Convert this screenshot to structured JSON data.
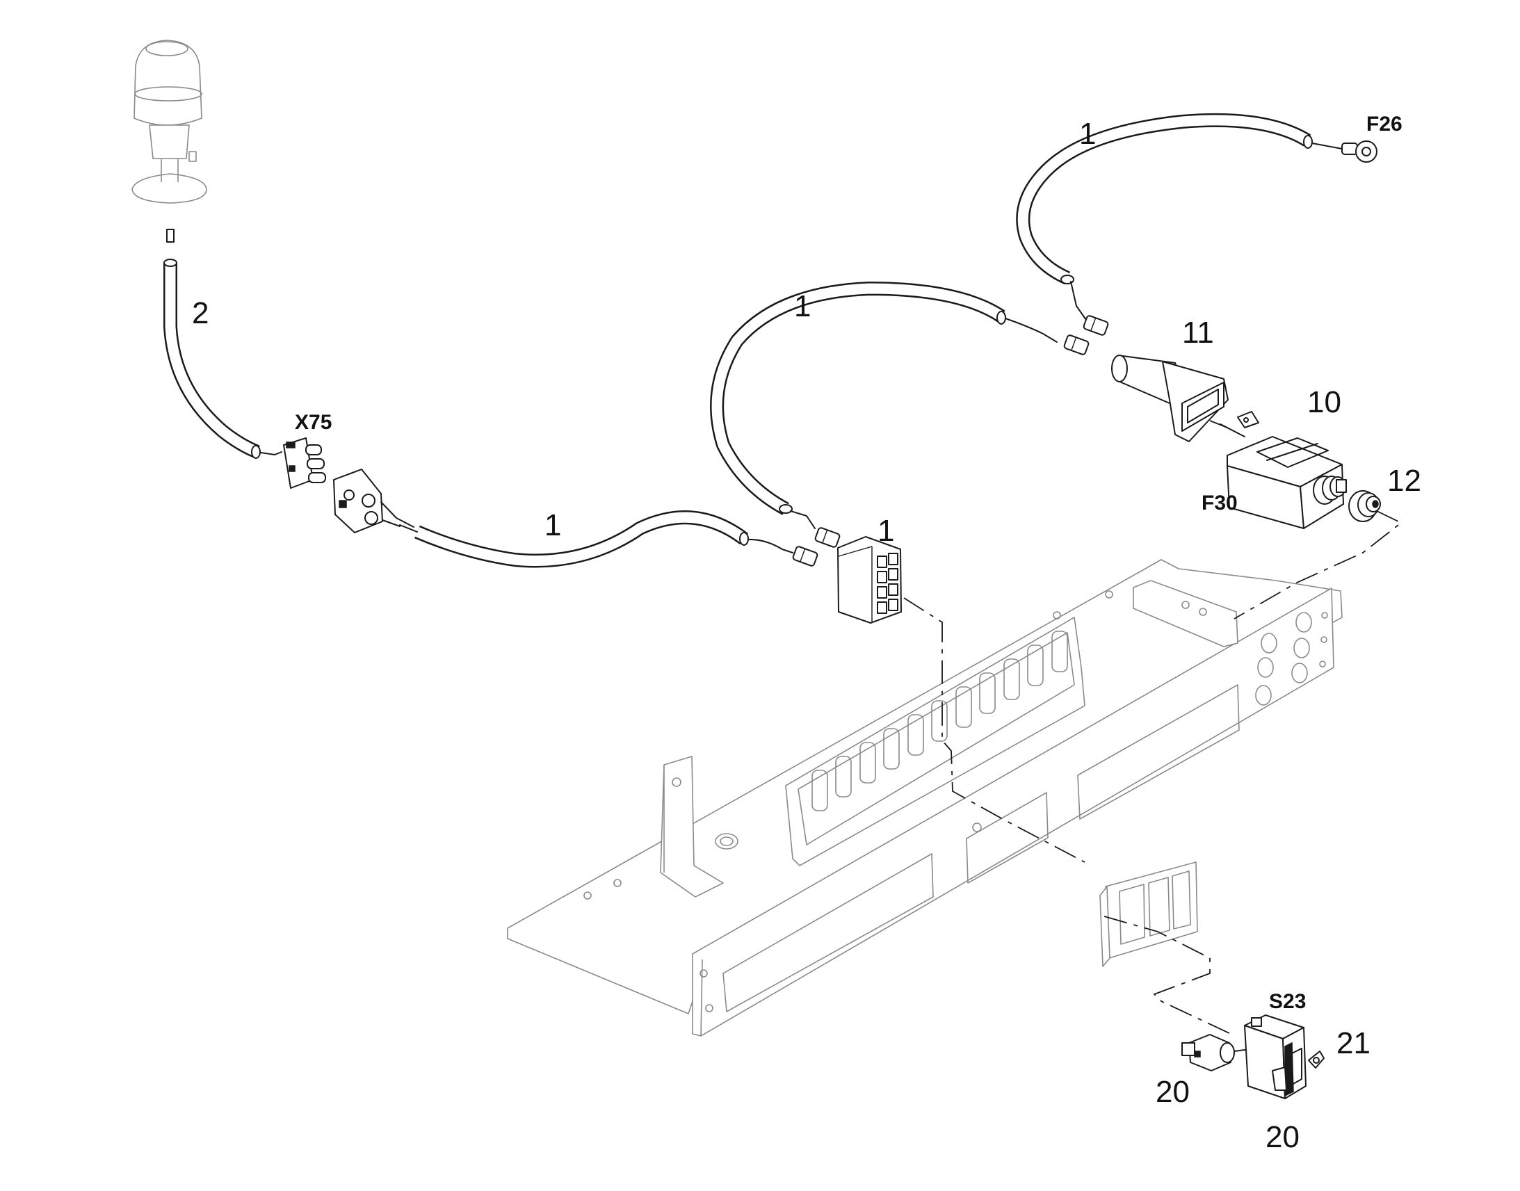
{
  "callouts": {
    "c1a": "1",
    "c1b": "1",
    "c1c": "1",
    "c1d": "1",
    "c2": "2",
    "c10": "10",
    "c11": "11",
    "c12": "12",
    "c20a": "20",
    "c20b": "20",
    "c21": "21"
  },
  "codes": {
    "x75": "X75",
    "f26": "F26",
    "f30": "F30",
    "s23": "S23"
  }
}
